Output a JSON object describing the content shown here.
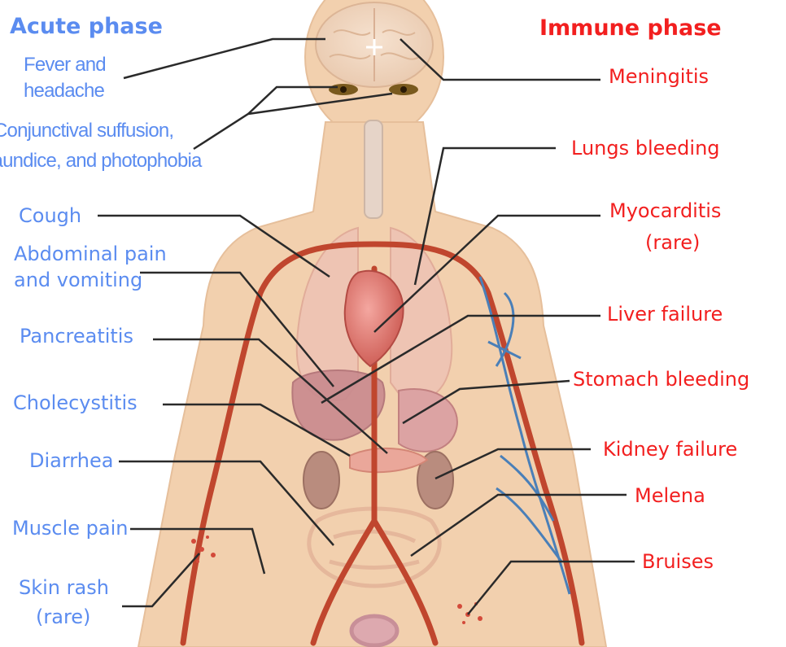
{
  "colors": {
    "acute": "#5b8cf0",
    "immune": "#f21f1f",
    "skin": "#f2d0ae",
    "artery": "#c0462e",
    "vein": "#4a7fb8",
    "leader_line": "#2a2a2a"
  },
  "acute": {
    "header": "Acute phase",
    "fever_1": "Fever and",
    "fever_2": "headache",
    "conj_1": "Conjunctival suffusion,",
    "conj_2": "jaundice, and photophobia",
    "cough": "Cough",
    "abd_1": "Abdominal pain",
    "abd_2": "and vomiting",
    "pancreatitis": "Pancreatitis",
    "cholecystitis": "Cholecystitis",
    "diarrhea": "Diarrhea",
    "muscle": "Muscle pain",
    "rash_1": "Skin rash",
    "rash_2": "(rare)"
  },
  "immune": {
    "header": "Immune phase",
    "meningitis": "Meningitis",
    "lungs": "Lungs bleeding",
    "myo_1": "Myocarditis",
    "myo_2": "(rare)",
    "liver": "Liver failure",
    "stomach": "Stomach bleeding",
    "kidney": "Kidney failure",
    "melena": "Melena",
    "bruises": "Bruises"
  }
}
